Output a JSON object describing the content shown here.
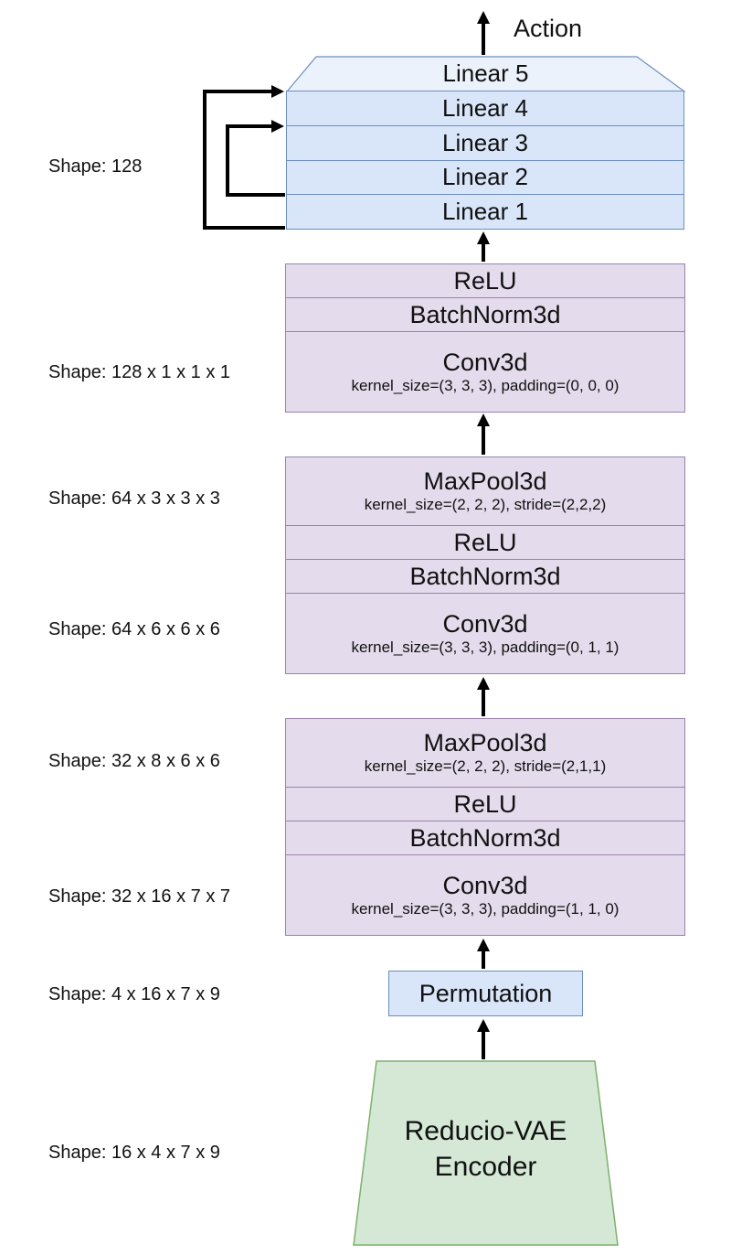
{
  "colors": {
    "blue_fill": "#d9e6f9",
    "blue_fill_light": "#ecf2fc",
    "blue_stroke": "#6c8ebf",
    "purple_fill": "#e4dbec",
    "purple_stroke": "#9a82ad",
    "green_fill": "#d5e8d6",
    "green_stroke": "#7cb069",
    "arrow_color": "#000000",
    "text_color": "#111111"
  },
  "output": {
    "label": "Action"
  },
  "linear_stack": {
    "layers": [
      {
        "label": "Linear 5"
      },
      {
        "label": "Linear 4"
      },
      {
        "label": "Linear 3"
      },
      {
        "label": "Linear 2"
      },
      {
        "label": "Linear 1"
      }
    ]
  },
  "conv_blocks": [
    {
      "rows": [
        {
          "title": "ReLU"
        },
        {
          "title": "BatchNorm3d"
        },
        {
          "title": "Conv3d",
          "subtitle": "kernel_size=(3, 3, 3), padding=(0, 0, 0)"
        }
      ]
    },
    {
      "rows": [
        {
          "title": "MaxPool3d",
          "subtitle": "kernel_size=(2, 2, 2), stride=(2,2,2)"
        },
        {
          "title": "ReLU"
        },
        {
          "title": "BatchNorm3d"
        },
        {
          "title": "Conv3d",
          "subtitle": "kernel_size=(3, 3, 3), padding=(0, 1, 1)"
        }
      ]
    },
    {
      "rows": [
        {
          "title": "MaxPool3d",
          "subtitle": "kernel_size=(2, 2, 2), stride=(2,1,1)"
        },
        {
          "title": "ReLU"
        },
        {
          "title": "BatchNorm3d"
        },
        {
          "title": "Conv3d",
          "subtitle": "kernel_size=(3, 3, 3), padding=(1, 1, 0)"
        }
      ]
    }
  ],
  "permutation": {
    "label": "Permutation"
  },
  "encoder": {
    "lines": [
      "Reducio-VAE",
      "Encoder"
    ]
  },
  "shape_labels": [
    "Shape: 128",
    "Shape: 128 x 1 x 1 x 1",
    "Shape: 64 x 3 x 3 x 3",
    "Shape: 64 x 6 x 6 x 6",
    "Shape: 32 x 8 x 6 x 6",
    "Shape: 32 x 16 x 7 x 7",
    "Shape: 4 x 16 x 7 x 9",
    "Shape: 16 x 4 x 7 x 9"
  ]
}
